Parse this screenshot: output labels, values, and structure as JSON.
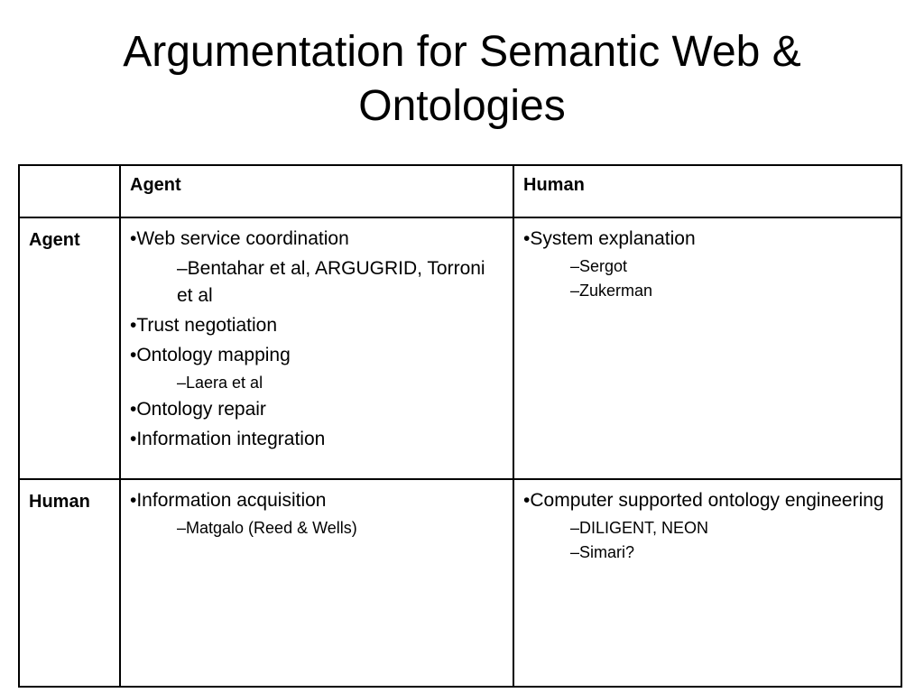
{
  "slide": {
    "title_line1": "Argumentation for Semantic Web &",
    "title_line2": "Ontologies"
  },
  "table": {
    "header": {
      "corner": "",
      "col1": "Agent",
      "col2": "Human"
    },
    "rows": [
      {
        "label": "Agent",
        "agent_cell": [
          {
            "text": "•Web service coordination"
          },
          {
            "sub": "–Bentahar et al, ARGUGRID, Torroni et al"
          },
          {
            "text": "•Trust negotiation"
          },
          {
            "text": "•Ontology mapping"
          },
          {
            "sub": "–Laera et al"
          },
          {
            "text": "•Ontology repair"
          },
          {
            "text": "•Information integration"
          }
        ],
        "human_cell": [
          {
            "text": "•System explanation"
          },
          {
            "sub": "–Sergot"
          },
          {
            "sub": "–Zukerman"
          }
        ]
      },
      {
        "label": "Human",
        "agent_cell": [
          {
            "text": "•Information acquisition"
          },
          {
            "sub": "–Matgalo (Reed & Wells)"
          }
        ],
        "human_cell": [
          {
            "text": "•Computer supported ontology engineering"
          },
          {
            "sub": "–DILIGENT, NEON"
          },
          {
            "sub": "–Simari?"
          }
        ]
      }
    ]
  }
}
